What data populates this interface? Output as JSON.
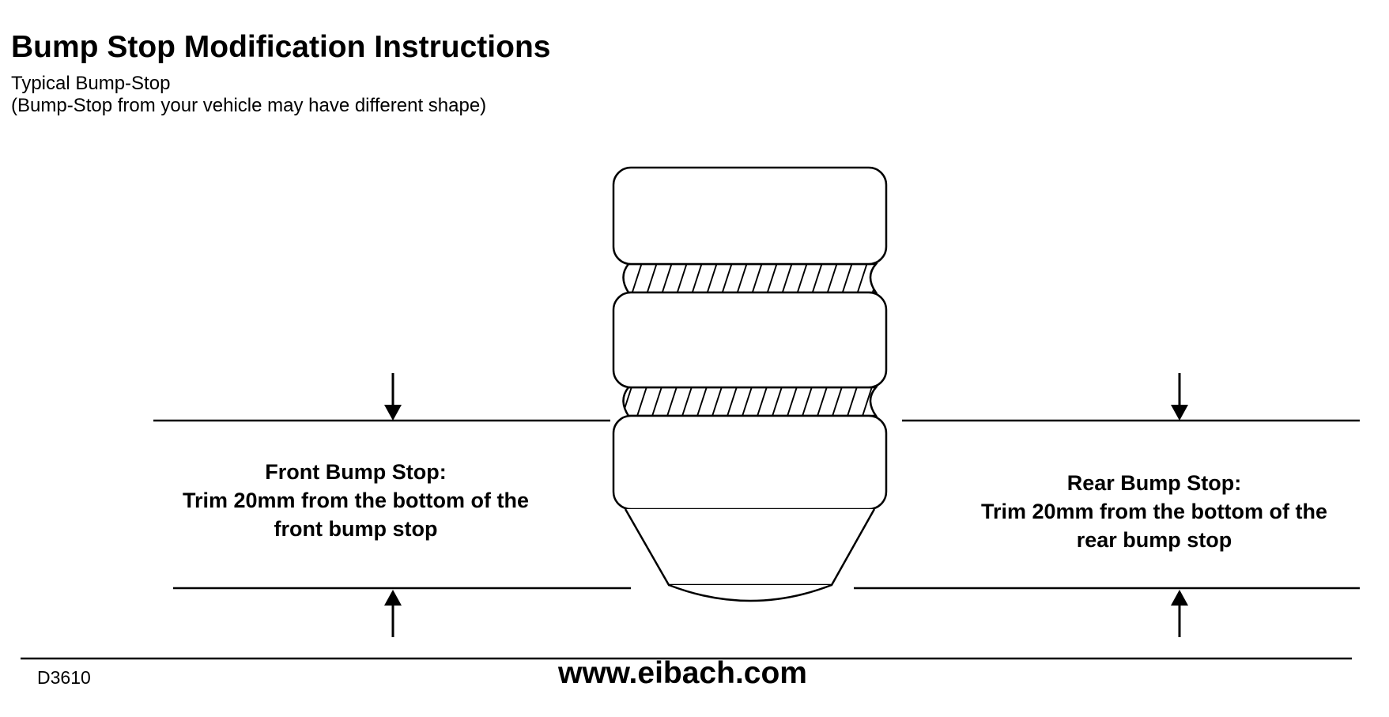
{
  "document": {
    "title": "Bump Stop Modification Instructions",
    "subtitle_line1": "Typical Bump-Stop",
    "subtitle_line2": "(Bump-Stop from your vehicle may have different shape)"
  },
  "front_instruction": {
    "line1": "Front Bump Stop:",
    "line2": "Trim 20mm from the bottom of the",
    "line3": "front bump stop"
  },
  "rear_instruction": {
    "line1": "Rear Bump Stop:",
    "line2": "Trim 20mm from the bottom of the",
    "line3": "rear bump stop"
  },
  "footer": {
    "code": "D3610",
    "url": "www.eibach.com"
  },
  "colors": {
    "ink": "#000000",
    "background": "#ffffff"
  },
  "icons": [
    "arrow-down-icon",
    "arrow-up-icon"
  ]
}
